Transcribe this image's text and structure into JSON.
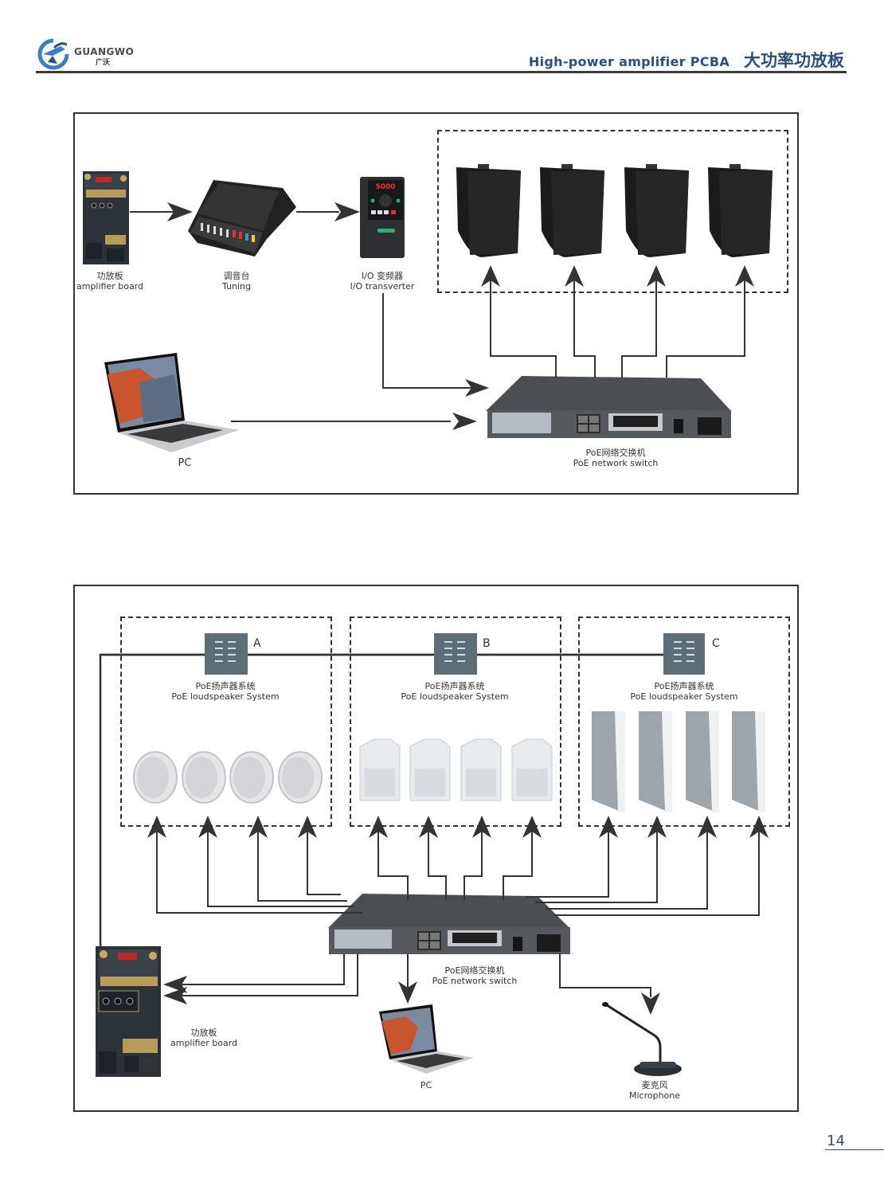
{
  "header": {
    "brand": "GUANGWO",
    "brand_cn": "广沃",
    "title_en": "High-power amplifier PCBA",
    "title_cn": "大功率功放板",
    "accent_color": "#2f4f79"
  },
  "diagram1": {
    "nodes": {
      "amplifier_board": {
        "cn": "功放板",
        "en": "amplifier board"
      },
      "tuning": {
        "cn": "调音台",
        "en": "Tuning"
      },
      "io_transverter": {
        "cn": "I/O 变频器",
        "en": "I/O transverter",
        "display": "5000"
      },
      "pc": {
        "en": "PC"
      },
      "switch": {
        "cn": "PoE网络交换机",
        "en": "PoE network switch"
      },
      "speakers": {
        "count": 4,
        "style": "black wall-mount speaker"
      }
    },
    "connections": [
      "amplifier board → Tuning",
      "Tuning → I/O transverter",
      "I/O transverter → PoE network switch",
      "PC → PoE network switch",
      "PoE network switch → speaker 1",
      "PoE network switch → speaker 2",
      "PoE network switch → speaker 3",
      "PoE network switch → speaker 4"
    ]
  },
  "diagram2": {
    "zones": [
      {
        "letter": "A",
        "cn": "PoE扬声器系统",
        "en": "PoE loudspeaker System",
        "speaker_type": "ceiling speaker",
        "count": 4
      },
      {
        "letter": "B",
        "cn": "PoE扬声器系统",
        "en": "PoE loudspeaker System",
        "speaker_type": "white wall speaker",
        "count": 4
      },
      {
        "letter": "C",
        "cn": "PoE扬声器系统",
        "en": "PoE loudspeaker System",
        "speaker_type": "column speaker",
        "count": 4
      }
    ],
    "nodes": {
      "switch": {
        "cn": "PoE网络交换机",
        "en": "PoE network switch"
      },
      "amplifier_board": {
        "cn": "功放板",
        "en": "amplifier board"
      },
      "pc": {
        "en": "PC"
      },
      "microphone": {
        "cn": "麦克风",
        "en": "Microphone"
      }
    },
    "connections": [
      "PoE network switch → Zone A speakers (4)",
      "PoE network switch → Zone B speakers (4)",
      "PoE network switch → Zone C speakers (4)",
      "PoE network switch → amplifier board (2)",
      "PoE network switch → PC",
      "PoE network switch → Microphone",
      "amplifier board — Zone A/B/C controllers (bus)"
    ]
  },
  "footer": {
    "page_number": "14"
  }
}
